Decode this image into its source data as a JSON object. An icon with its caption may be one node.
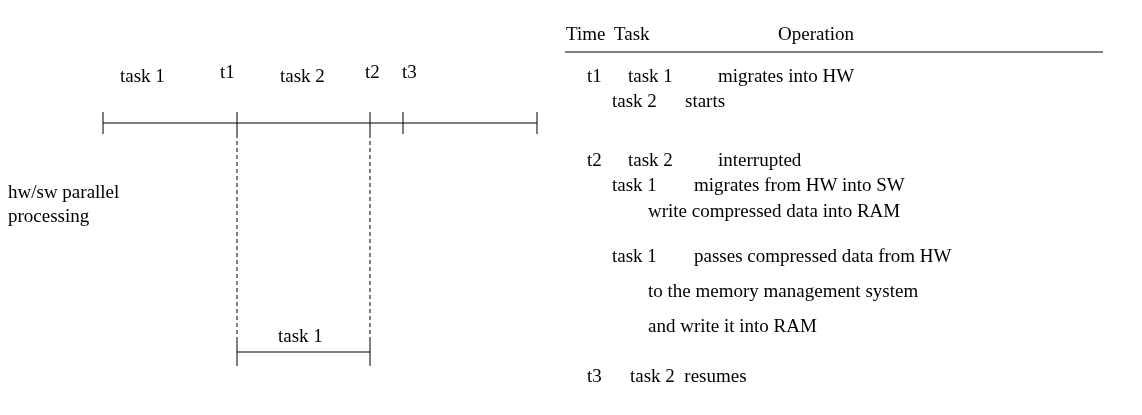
{
  "diagram": {
    "labels": [
      "Time",
      "Task",
      "Operation",
      "task 1",
      "t1",
      "task 2",
      "t2",
      "t3",
      "t1",
      "task 1",
      "migrates into HW",
      "task 2",
      "starts",
      "hw/sw parallel processing",
      "t2",
      "task 2",
      "interrupted",
      "task 1",
      "migrates from HW into SW",
      "write compressed data into RAM",
      "task 1",
      "passes compressed data from HW",
      "to the memory management system",
      "and write it into RAM",
      "task 1",
      "t3",
      "task 2  resumes"
    ]
  }
}
